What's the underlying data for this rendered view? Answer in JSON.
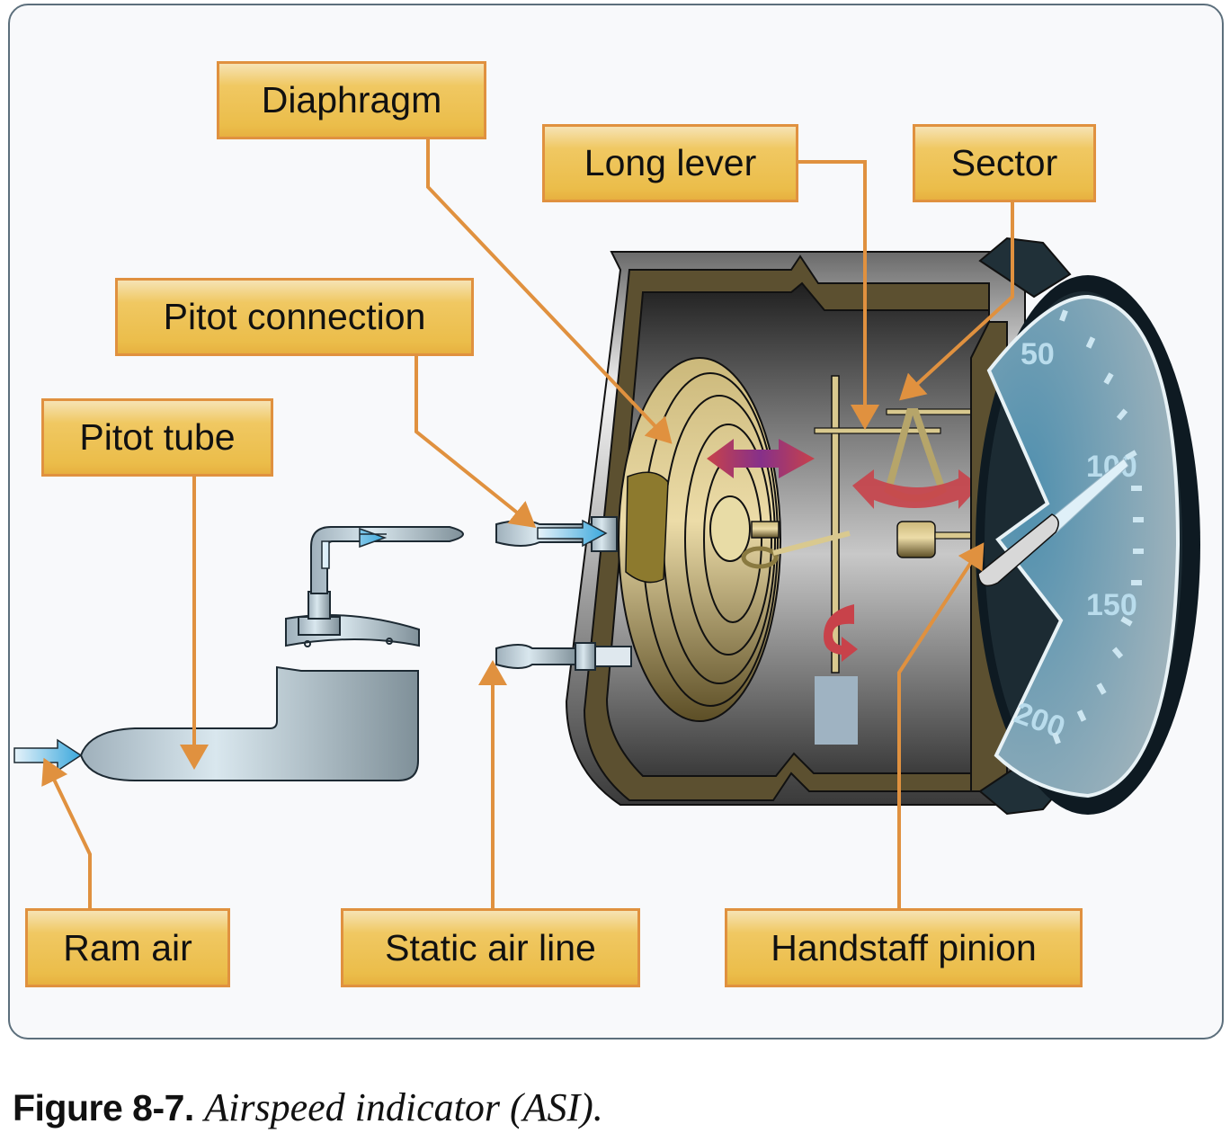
{
  "figure": {
    "number_label": "Figure 8-7.",
    "title": "Airspeed indicator (ASI)."
  },
  "labels": {
    "diaphragm": "Diaphragm",
    "long_lever": "Long lever",
    "sector": "Sector",
    "pitot_connection": "Pitot connection",
    "pitot_tube": "Pitot tube",
    "ram_air": "Ram air",
    "static_air_line": "Static air line",
    "handstaff_pinion": "Handstaff pinion"
  },
  "dial": {
    "numbers": [
      "50",
      "100",
      "150",
      "200"
    ]
  },
  "colors": {
    "label_border": "#e0913f",
    "label_fill": "#ecbd4a",
    "leader_line": "#e0913f",
    "panel_border": "#5c6f7c",
    "dial_face": "#6c97ad",
    "brass": "#d9c98f",
    "airflow_arrow": "#48aee0",
    "motion_arrow": "#b8404a"
  }
}
